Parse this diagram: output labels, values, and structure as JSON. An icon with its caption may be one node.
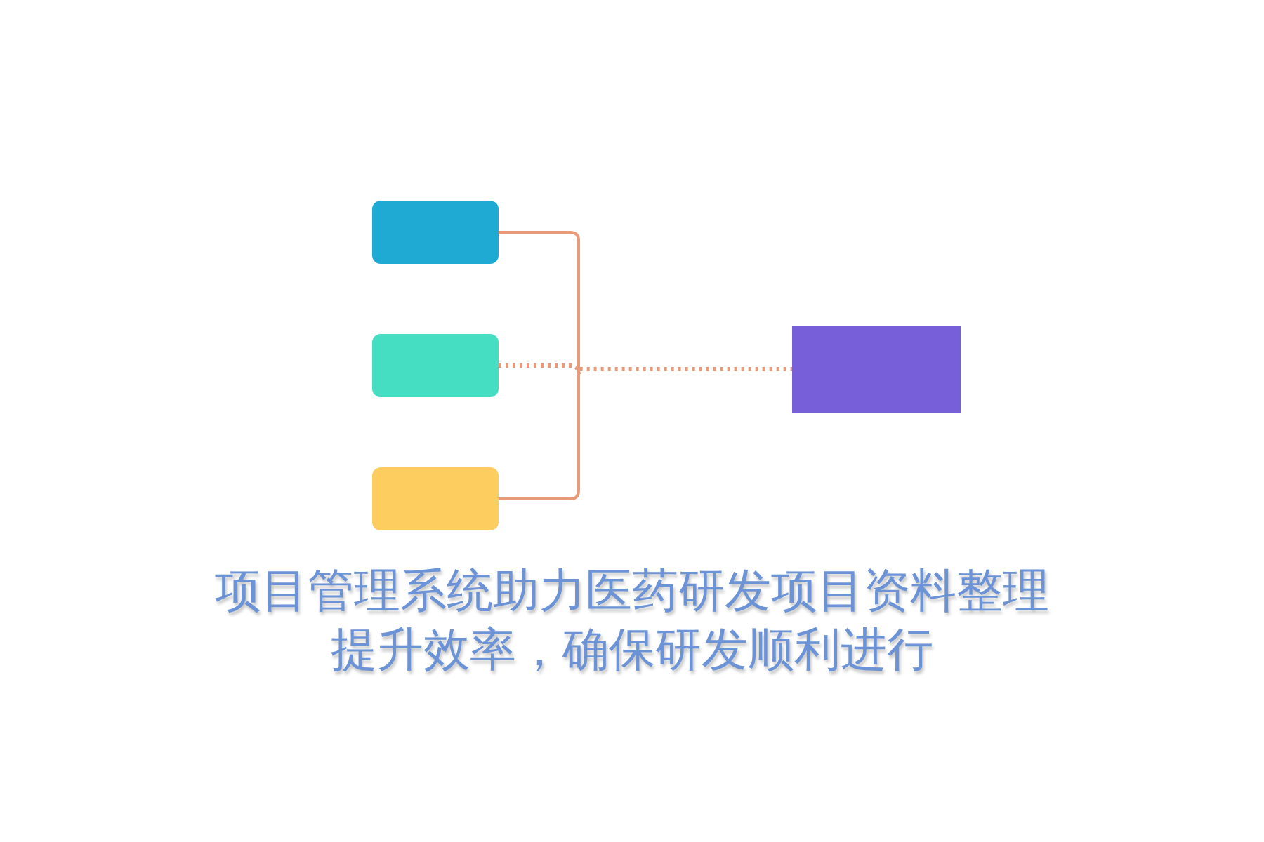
{
  "diagram": {
    "title": "项目管理系统助力医药研发项目资料整理提升效率，确保研发顺利进行",
    "nodes": [
      {
        "text": [],
        "shape": "box"
      },
      {
        "text": [],
        "shape": "box"
      },
      {
        "text": [],
        "shape": "box"
      },
      {
        "text": [],
        "shape": "box"
      }
    ],
    "edges": [
      {
        "from": 0,
        "to": 3,
        "arrow": "none"
      },
      {
        "from": 1,
        "to": 3,
        "arrow": "none",
        "style": "dashed"
      },
      {
        "from": 2,
        "to": 3,
        "arrow": "none"
      }
    ]
  }
}
